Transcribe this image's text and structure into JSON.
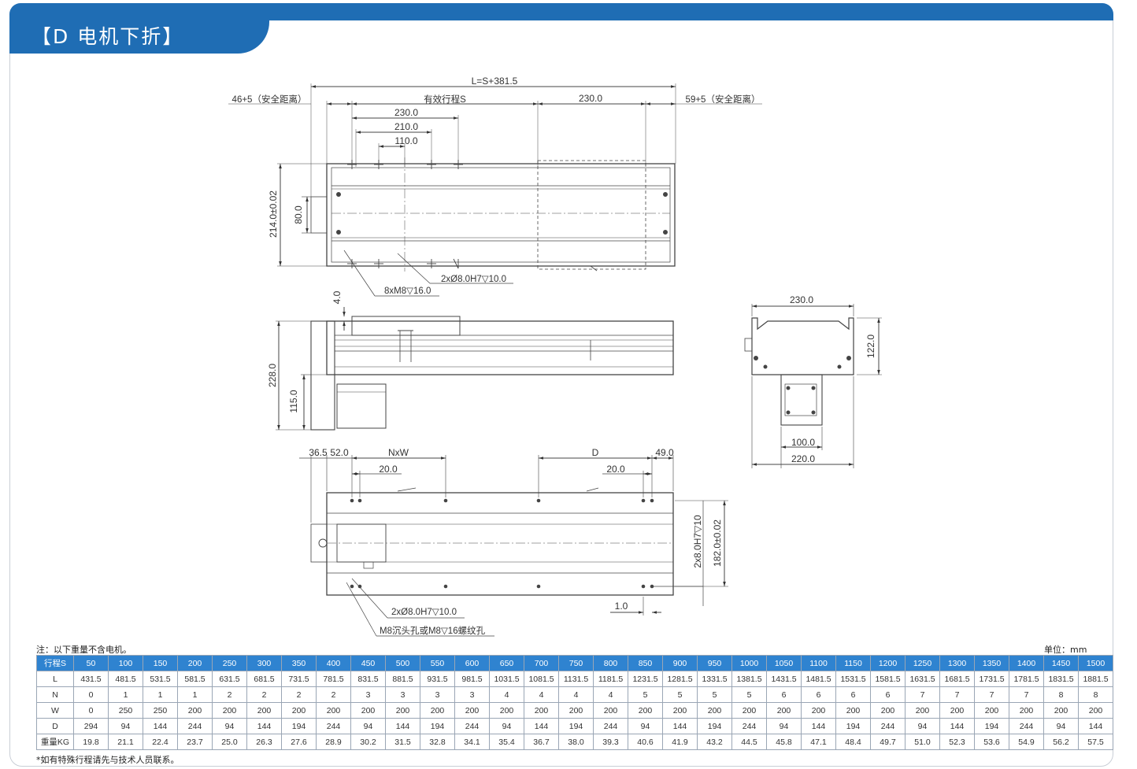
{
  "header": {
    "title": "【D 电机下折】"
  },
  "drawing": {
    "top_view": {
      "total_length": "L=S+381.5",
      "safety_left": "46+5（安全距离）",
      "stroke_label": "有效行程S",
      "dim_230_top": "230.0",
      "safety_right": "59+5（安全距离）",
      "dim_230": "230.0",
      "dim_210": "210.0",
      "dim_110": "110.0",
      "height_total": "214.0±0.02",
      "height_80": "80.0",
      "pin_holes": "2xØ8.0H7▽10.0",
      "thread_holes": "8xM8▽16.0"
    },
    "side_view": {
      "dim_4": "4.0",
      "dim_228": "228.0",
      "dim_115": "115.0"
    },
    "end_view": {
      "width_230": "230.0",
      "height_122": "122.0",
      "dim_100": "100.0",
      "dim_220": "220.0"
    },
    "bottom_view": {
      "dim_36_5": "36.5",
      "dim_52": "52.0",
      "nxw": "NxW",
      "dim_20_left": "20.0",
      "d_label": "D",
      "dim_20_right": "20.0",
      "dim_49": "49.0",
      "pin_vertical": "2x8.0H7▽10",
      "height_182": "182.0±0.02",
      "dim_1": "1.0",
      "pin_holes": "2xØ8.0H7▽10.0",
      "m8_holes": "M8沉头孔或M8▽16螺纹孔"
    }
  },
  "notes": {
    "note_top": "注：以下重量不含电机。",
    "unit": "单位：mm",
    "footnote": "*如有特殊行程请先与技术人员联系。"
  },
  "spec_table": {
    "rows": [
      [
        "行程S",
        "50",
        "100",
        "150",
        "200",
        "250",
        "300",
        "350",
        "400",
        "450",
        "500",
        "550",
        "600",
        "650",
        "700",
        "750",
        "800",
        "850",
        "900",
        "950",
        "1000",
        "1050",
        "1100",
        "1150",
        "1200",
        "1250",
        "1300",
        "1350",
        "1400",
        "1450",
        "1500"
      ],
      [
        "L",
        "431.5",
        "481.5",
        "531.5",
        "581.5",
        "631.5",
        "681.5",
        "731.5",
        "781.5",
        "831.5",
        "881.5",
        "931.5",
        "981.5",
        "1031.5",
        "1081.5",
        "1131.5",
        "1181.5",
        "1231.5",
        "1281.5",
        "1331.5",
        "1381.5",
        "1431.5",
        "1481.5",
        "1531.5",
        "1581.5",
        "1631.5",
        "1681.5",
        "1731.5",
        "1781.5",
        "1831.5",
        "1881.5"
      ],
      [
        "N",
        "0",
        "1",
        "1",
        "1",
        "2",
        "2",
        "2",
        "2",
        "3",
        "3",
        "3",
        "3",
        "4",
        "4",
        "4",
        "4",
        "5",
        "5",
        "5",
        "5",
        "6",
        "6",
        "6",
        "6",
        "7",
        "7",
        "7",
        "7",
        "8",
        "8"
      ],
      [
        "W",
        "0",
        "250",
        "250",
        "200",
        "200",
        "200",
        "200",
        "200",
        "200",
        "200",
        "200",
        "200",
        "200",
        "200",
        "200",
        "200",
        "200",
        "200",
        "200",
        "200",
        "200",
        "200",
        "200",
        "200",
        "200",
        "200",
        "200",
        "200",
        "200",
        "200"
      ],
      [
        "D",
        "294",
        "94",
        "144",
        "244",
        "94",
        "144",
        "194",
        "244",
        "94",
        "144",
        "194",
        "244",
        "94",
        "144",
        "194",
        "244",
        "94",
        "144",
        "194",
        "244",
        "94",
        "144",
        "194",
        "244",
        "94",
        "144",
        "194",
        "244",
        "94",
        "144"
      ],
      [
        "重量KG",
        "19.8",
        "21.1",
        "22.4",
        "23.7",
        "25.0",
        "26.3",
        "27.6",
        "28.9",
        "30.2",
        "31.5",
        "32.8",
        "34.1",
        "35.4",
        "36.7",
        "38.0",
        "39.3",
        "40.6",
        "41.9",
        "43.2",
        "44.5",
        "45.8",
        "47.1",
        "48.4",
        "49.7",
        "51.0",
        "52.3",
        "53.6",
        "54.9",
        "56.2",
        "57.5"
      ]
    ]
  }
}
